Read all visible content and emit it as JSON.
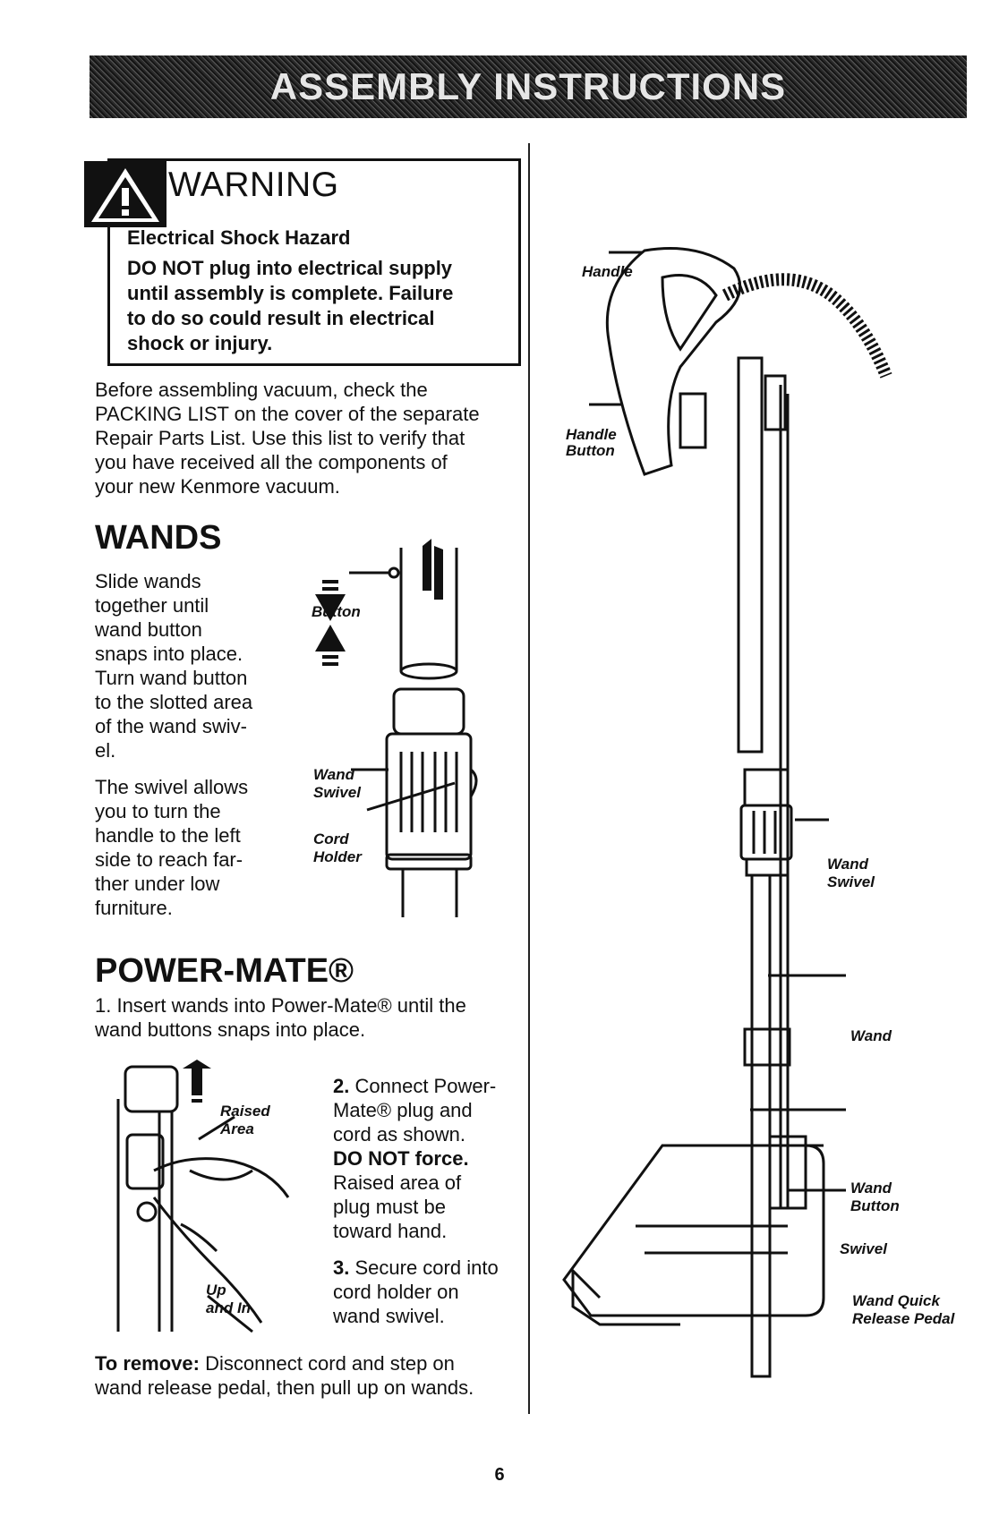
{
  "header": {
    "title": "ASSEMBLY INSTRUCTIONS"
  },
  "warning": {
    "title": "WARNING",
    "subtitle": "Electrical Shock Hazard",
    "lines": [
      "DO NOT plug into electrical supply",
      "until assembly is complete. Failure",
      "to do so could result in electrical",
      "shock or injury."
    ]
  },
  "intro": [
    "Before assembling vacuum, check the",
    "PACKING LIST on the cover of the separate",
    "Repair Parts List. Use this list to verify that",
    "you have received all the components of",
    "your new Kenmore vacuum."
  ],
  "wands": {
    "heading": "WANDS",
    "para1": [
      "Slide wands",
      "together until",
      "wand button",
      "snaps into place.",
      "Turn wand button",
      "to the slotted area",
      "of the wand swiv-",
      "el."
    ],
    "para2": [
      "The swivel allows",
      "you to turn the",
      "handle to the left",
      "side to reach far-",
      "ther under low",
      "furniture."
    ],
    "labels": {
      "button": "Button",
      "wand": "Wand",
      "swivel": "Swivel",
      "cord": "Cord",
      "holder": "Holder"
    }
  },
  "powermate": {
    "heading": "POWER-MATE®",
    "step1": [
      "1. Insert wands into Power-Mate® until the",
      "wand buttons snaps into place."
    ],
    "step2_num": "2.",
    "step2": [
      "Connect Power-",
      "Mate® plug and",
      "cord as shown."
    ],
    "step2_bold": "DO NOT force.",
    "step2_rest": [
      "Raised area of",
      "plug must be",
      "toward hand."
    ],
    "step3_num": "3.",
    "step3": [
      "Secure cord into",
      "cord holder on",
      "wand swivel."
    ],
    "labels": {
      "raised": "Raised",
      "area": "Area",
      "up": "Up",
      "and_in": "and In"
    }
  },
  "remove": {
    "bold": "To remove:",
    "text1": " Disconnect cord and step on",
    "text2": "wand release pedal, then pull up on wands."
  },
  "diagram_labels": {
    "handle": "Handle",
    "handle2": "Handle",
    "button": "Button",
    "wand_a": "Wand",
    "swivel_a": "Swivel",
    "wand_b": "Wand",
    "wand_c": "Wand",
    "button_c": "Button",
    "swivel_d": "Swivel",
    "wand_quick": "Wand Quick",
    "release_pedal": "Release Pedal"
  },
  "page_number": "6"
}
